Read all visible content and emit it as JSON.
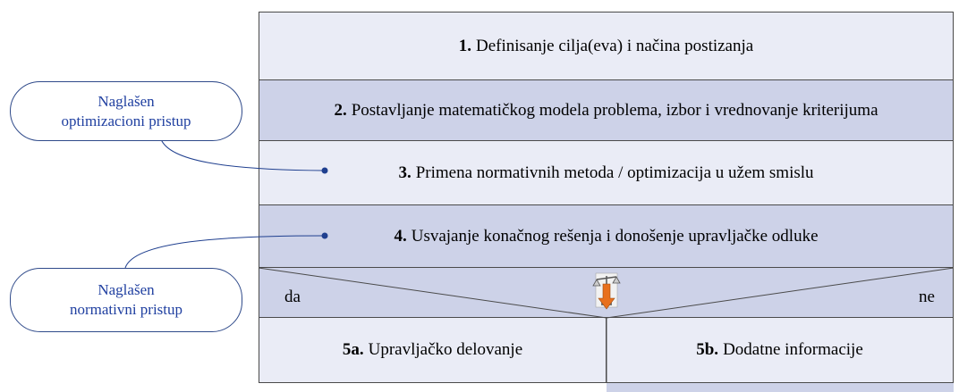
{
  "steps": [
    {
      "num": "1.",
      "text": "Definisanje cilja(eva) i načina postizanja"
    },
    {
      "num": "2.",
      "text": "Postavljanje matematičkog modela problema, izbor i vrednovanje kriterijuma"
    },
    {
      "num": "3.",
      "text": "Primena normativnih metoda / optimizacija u užem smislu"
    },
    {
      "num": "4.",
      "text": "Usvajanje konačnog rešenja i donošenje upravljačke odluke"
    }
  ],
  "decision": {
    "yes_label": "da",
    "no_label": "ne",
    "icon": "scales-icon"
  },
  "outcomes": [
    {
      "num": "5a.",
      "text": "Upravljačko delovanje"
    },
    {
      "num": "5b.",
      "text": "Dodatne informacije"
    }
  ],
  "callouts": [
    {
      "line1": "Naglašen",
      "line2": "optimizacioni pristup"
    },
    {
      "line1": "Naglašen",
      "line2": "normativni pristup"
    }
  ],
  "colors": {
    "light_fill": "#eaecf6",
    "dark_fill": "#cdd2e8",
    "callout_text": "#1f3fa0",
    "connector": "#1f3f8f"
  }
}
